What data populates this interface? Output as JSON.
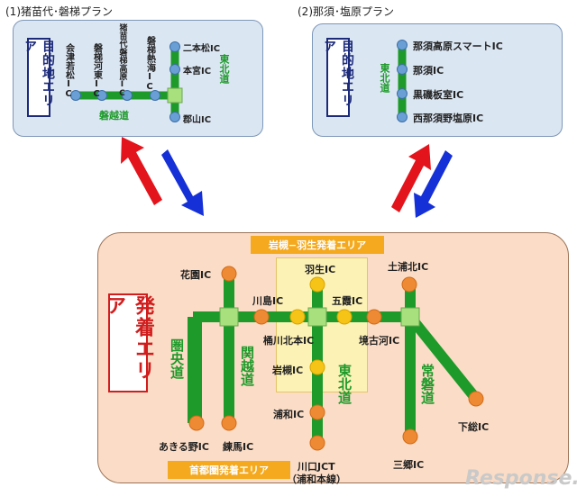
{
  "plans": {
    "plan1_title": "(1)猪苗代･磐梯プラン",
    "plan2_title": "(2)那須･塩原プラン"
  },
  "destination_area": "目的地エリア",
  "departure_area": "発着エリア",
  "plan1": {
    "roads": {
      "banetsu": "磐越道",
      "tohoku": "東北道"
    },
    "ics_vertical": [
      "会津若松IC",
      "磐梯河東IC",
      "猪苗代磐梯高原IC",
      "磐梯熱海IC"
    ],
    "ics": {
      "nihonmatsu": "二本松IC",
      "motomiya": "本宮IC",
      "koriyama": "郡山IC"
    }
  },
  "plan2": {
    "road": "東北道",
    "ics": [
      "那須高原スマートIC",
      "那須IC",
      "黒磯板室IC",
      "西那須野塩原IC"
    ]
  },
  "main": {
    "iwatsuki_area": "岩槻−羽生発着エリア",
    "shutoken_area": "首都圏発着エリア",
    "roads": {
      "kenodo": "圏央道",
      "kanetsu": "関越道",
      "tohoku": "東北道",
      "joban": "常磐道"
    },
    "ics": {
      "hanazono": "花園IC",
      "kawajima": "川島IC",
      "hanyu": "羽生IC",
      "kazo": "五霞IC",
      "tsuchiura": "土浦北IC",
      "okegawa": "桶川北本IC",
      "sakai": "境古河IC",
      "iwatsuki": "岩槻IC",
      "urawa": "浦和IC",
      "akiruno": "あきる野IC",
      "nerima": "練馬IC",
      "kawaguchi": "川口JCT",
      "kawaguchi_sub": "（浦和本線）",
      "misato": "三郷IC",
      "shimofusa": "下総IC"
    }
  },
  "watermark": "Response."
}
